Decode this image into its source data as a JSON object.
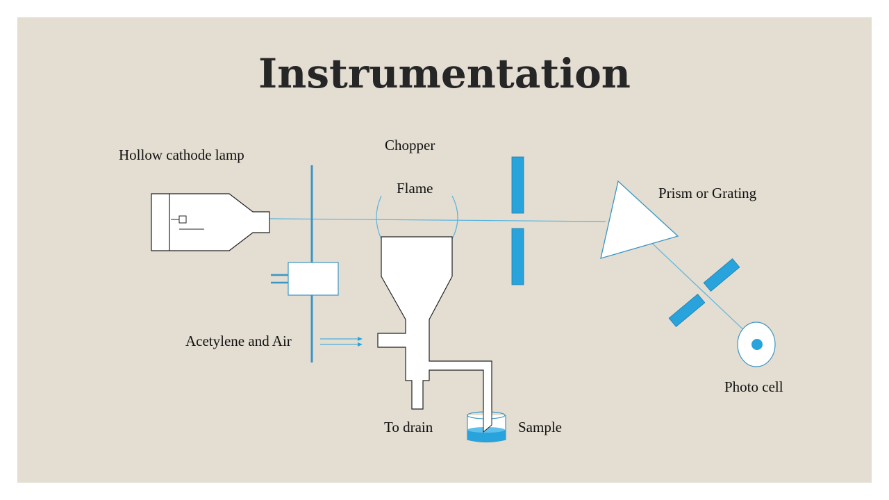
{
  "title": "Instrumentation",
  "labels": {
    "hollow_cathode_lamp": "Hollow cathode lamp",
    "chopper": "Chopper",
    "flame": "Flame",
    "prism_or_grating": "Prism or Grating",
    "acetylene_and_air": "Acetylene and Air",
    "photo_cell": "Photo cell",
    "to_drain": "To drain",
    "sample": "Sample"
  },
  "colors": {
    "background": "#e3ddd2",
    "accent_blue": "#29a3dc",
    "beam": "#5ab4de",
    "outline": "#222222"
  }
}
